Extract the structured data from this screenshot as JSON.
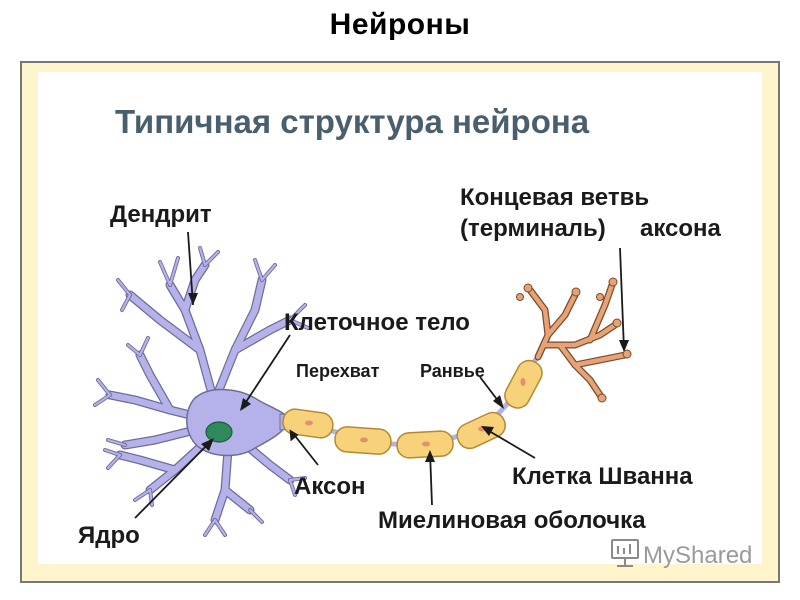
{
  "page_title": "Нейроны",
  "diagram": {
    "title": "Типичная структура нейрона",
    "labels": {
      "dendrite": "Дендрит",
      "terminal_line1": "Концевая ветвь",
      "terminal_line2": "(терминаль)",
      "terminal_line2b": "аксона",
      "cell_body": "Клеточное тело",
      "node_ranvier_1": "Перехват",
      "node_ranvier_2": "Ранвье",
      "axon": "Аксон",
      "schwann": "Клетка Шванна",
      "myelin": "Миелиновая оболочка",
      "nucleus": "Ядро"
    },
    "colors": {
      "neuron_fill": "#b4b2e8",
      "neuron_stroke": "#6f6c9c",
      "myelin_fill": "#f7d27a",
      "myelin_stroke": "#b38a2e",
      "nucleus": "#2e8a5c",
      "title": "#4a5f6e",
      "frame": "#fff5cc"
    }
  },
  "watermark": {
    "text": "MyShared",
    "icon": "presentation-board-icon"
  }
}
